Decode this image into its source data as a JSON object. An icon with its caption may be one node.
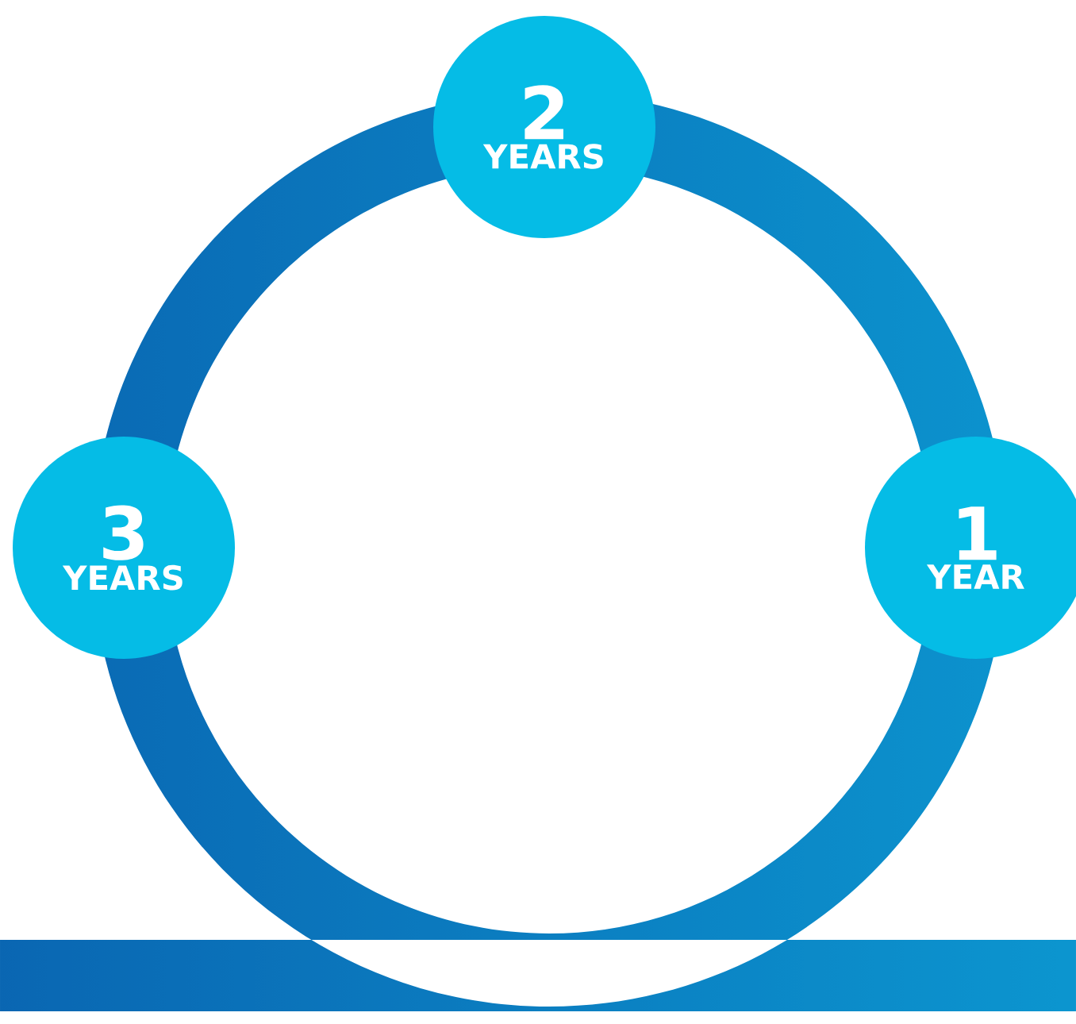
{
  "diagram": {
    "nodes": [
      {
        "text": [
          "2",
          "YEARS"
        ]
      },
      {
        "text": [
          "3",
          "YEARS"
        ]
      },
      {
        "text": [
          "1",
          "YEAR"
        ]
      }
    ]
  }
}
